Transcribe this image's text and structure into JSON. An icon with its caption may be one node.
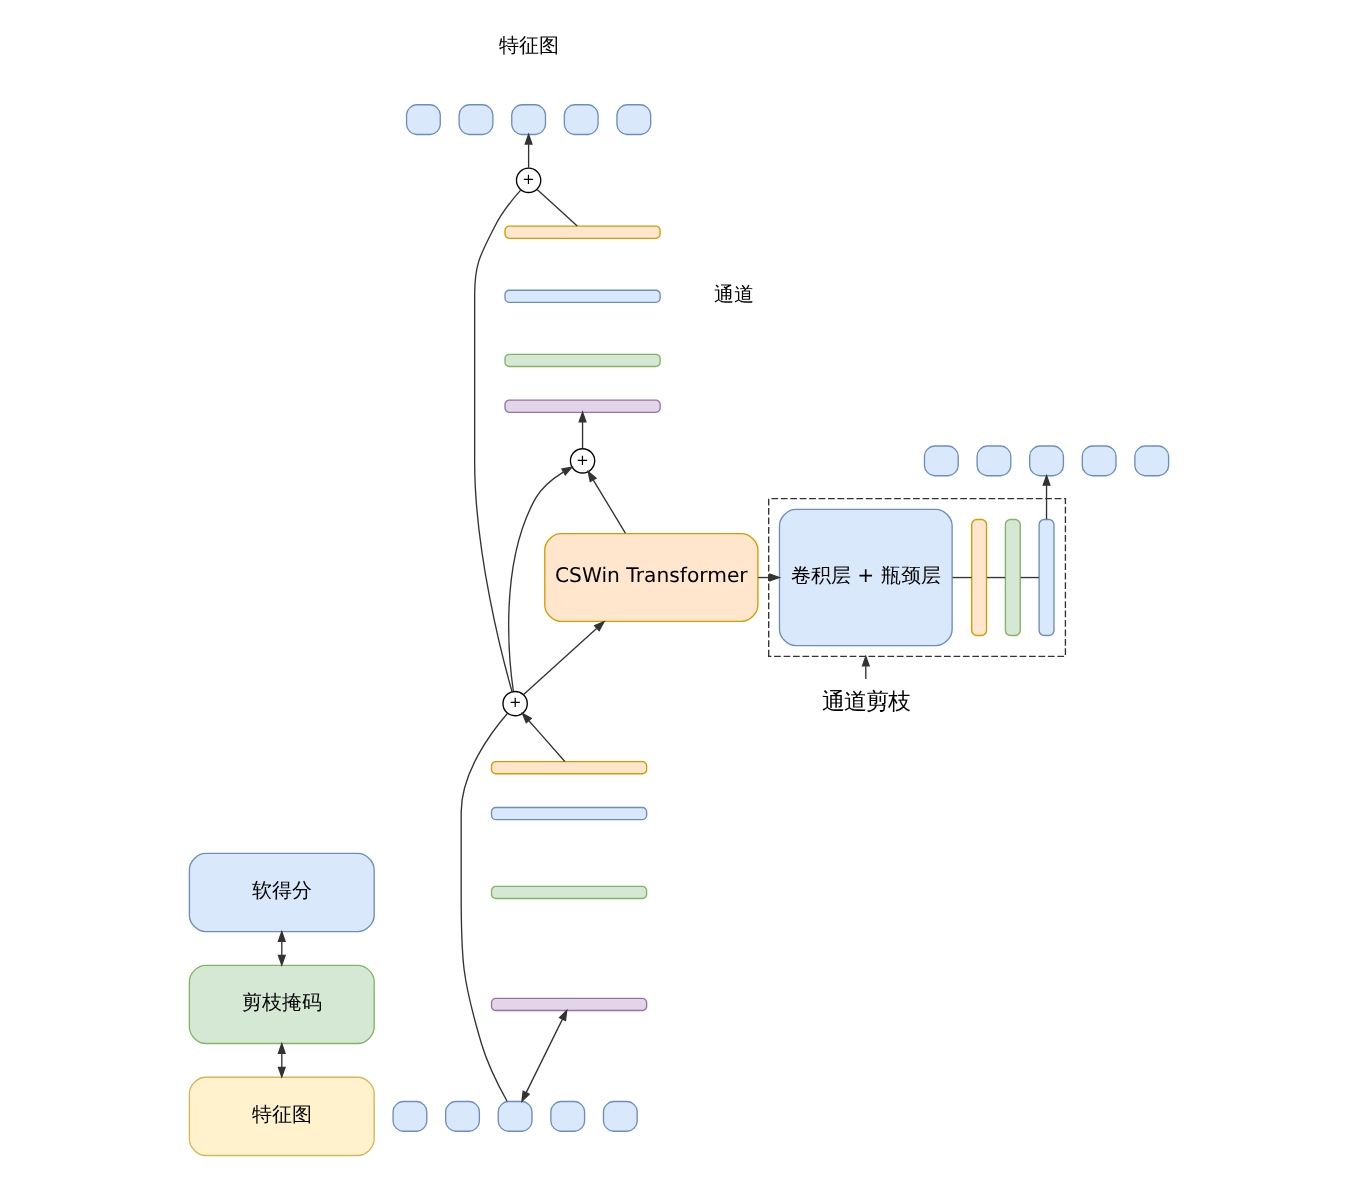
{
  "diagram": {
    "nodes": [
      {
        "text": [
          "软得分"
        ]
      },
      {
        "text": [
          "剪枝掩码"
        ]
      },
      {
        "text": [
          "特征图"
        ]
      },
      {
        "text": [],
        "shape": "box"
      },
      {
        "text": [],
        "shape": "box"
      },
      {
        "text": [],
        "shape": "box"
      },
      {
        "text": [],
        "shape": "box"
      },
      {
        "text": [],
        "shape": "box"
      },
      {
        "text": [
          "+"
        ]
      },
      {
        "text": [],
        "shape": "bar"
      },
      {
        "text": [],
        "shape": "bar"
      },
      {
        "text": [],
        "shape": "bar"
      },
      {
        "text": [],
        "shape": "bar"
      },
      {
        "text": [
          "+"
        ]
      },
      {
        "text": [
          "CSWin Transformer"
        ]
      },
      {
        "text": [
          "+"
        ]
      },
      {
        "text": [],
        "shape": "bar"
      },
      {
        "text": [],
        "shape": "bar"
      },
      {
        "text": [],
        "shape": "bar"
      },
      {
        "text": [],
        "shape": "bar"
      },
      {
        "text": [],
        "shape": "box"
      },
      {
        "text": [],
        "shape": "box"
      },
      {
        "text": [],
        "shape": "box"
      },
      {
        "text": [],
        "shape": "box"
      },
      {
        "text": [],
        "shape": "box"
      },
      {
        "text": [],
        "shape": "box"
      },
      {
        "text": [
          "卷积层 + 瓶颈层"
        ],
        "in": 25
      },
      {
        "text": [],
        "shape": "bar",
        "in": 25
      },
      {
        "text": [],
        "shape": "bar",
        "in": 25
      },
      {
        "text": [],
        "shape": "bar",
        "in": 25
      },
      {
        "text": [],
        "shape": "box"
      },
      {
        "text": [],
        "shape": "box"
      },
      {
        "text": [],
        "shape": "box"
      },
      {
        "text": [],
        "shape": "box"
      },
      {
        "text": [],
        "shape": "box"
      },
      {
        "text": [
          "通道剪枝"
        ]
      }
    ],
    "edges": [
      {
        "from": 1,
        "to": 0,
        "arrow": "both"
      },
      {
        "from": 2,
        "to": 1,
        "arrow": "both"
      },
      {
        "from": 22,
        "to": 19,
        "arrow": "both"
      },
      {
        "from": 22,
        "to": 15,
        "arrow": "none"
      },
      {
        "from": 16,
        "to": 15,
        "arrow": "to"
      },
      {
        "from": 15,
        "to": 14,
        "arrow": "to"
      },
      {
        "from": 15,
        "to": 13,
        "arrow": "to"
      },
      {
        "from": 15,
        "to": 8,
        "arrow": "none"
      },
      {
        "from": 14,
        "to": 13,
        "arrow": "to"
      },
      {
        "from": 13,
        "to": 12,
        "arrow": "to"
      },
      {
        "from": 9,
        "to": 8,
        "arrow": "none"
      },
      {
        "from": 8,
        "to": 5,
        "arrow": "to"
      },
      {
        "from": 14,
        "to": 26,
        "arrow": "to"
      },
      {
        "from": 26,
        "to": 27,
        "arrow": "none"
      },
      {
        "from": 27,
        "to": 28,
        "arrow": "none"
      },
      {
        "from": 28,
        "to": 29,
        "arrow": "none"
      },
      {
        "from": 29,
        "to": 32,
        "arrow": "to"
      },
      {
        "from": 35,
        "to": 25,
        "arrow": "to"
      }
    ],
    "labels": [
      "特征图",
      "通道"
    ]
  }
}
